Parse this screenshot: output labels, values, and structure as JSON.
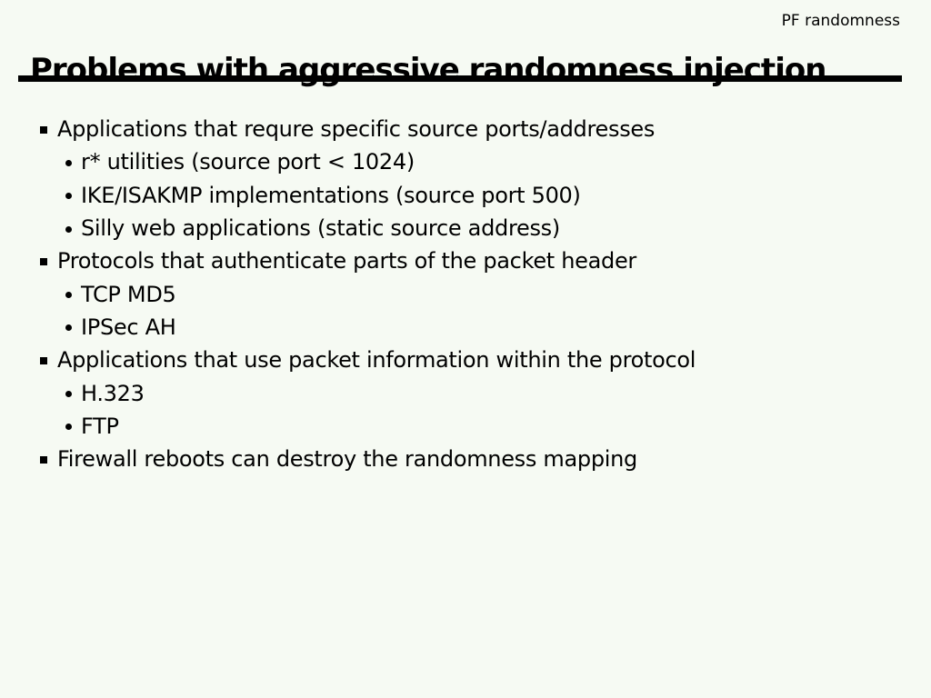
{
  "slide": {
    "corner_label": "PF randomness",
    "title": "Problems with aggressive randomness injection",
    "bullets": [
      {
        "level": 1,
        "text": "Applications that requre specific source ports/addresses"
      },
      {
        "level": 2,
        "text": "r* utilities (source port < 1024)"
      },
      {
        "level": 2,
        "text": "IKE/ISAKMP implementations (source port 500)"
      },
      {
        "level": 2,
        "text": "Silly web applications (static source address)"
      },
      {
        "level": 1,
        "text": "Protocols that authenticate parts of the packet header"
      },
      {
        "level": 2,
        "text": "TCP MD5"
      },
      {
        "level": 2,
        "text": "IPSec AH"
      },
      {
        "level": 1,
        "text": "Applications that use packet information within the protocol"
      },
      {
        "level": 2,
        "text": "H.323"
      },
      {
        "level": 2,
        "text": "FTP"
      },
      {
        "level": 1,
        "text": "Firewall reboots can destroy the randomness mapping"
      }
    ]
  },
  "colors": {
    "background": "#f6faf3",
    "text": "#000000",
    "rule": "#000000"
  }
}
